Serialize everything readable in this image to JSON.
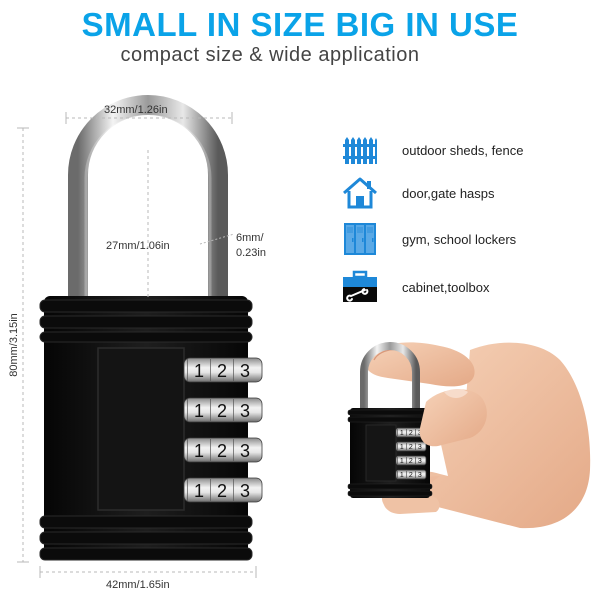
{
  "header": {
    "title": "SMALL IN SIZE BIG IN USE",
    "subtitle": "compact size & wide application"
  },
  "dimensions": {
    "shackle_width": "32mm/1.26in",
    "shackle_clearance": "27mm/1.06in",
    "shackle_diameter_line1": "6mm/",
    "shackle_diameter_line2": "0.23in",
    "body_height": "80mm/3.15in",
    "body_width": "42mm/1.65in"
  },
  "applications": [
    {
      "icon": "fence-icon",
      "label": "outdoor sheds, fence"
    },
    {
      "icon": "house-icon",
      "label": "door,gate hasps"
    },
    {
      "icon": "locker-icon",
      "label": "gym, school lockers"
    },
    {
      "icon": "toolbox-icon",
      "label": "cabinet,toolbox"
    }
  ],
  "lock": {
    "dial_digits": [
      "1",
      "2",
      "3"
    ],
    "dial_rows": 4
  },
  "colors": {
    "accent": "#0aa3e8",
    "icon_blue": "#1e88d8",
    "lock_body": "#111111",
    "skin": "#f3c6a8"
  }
}
